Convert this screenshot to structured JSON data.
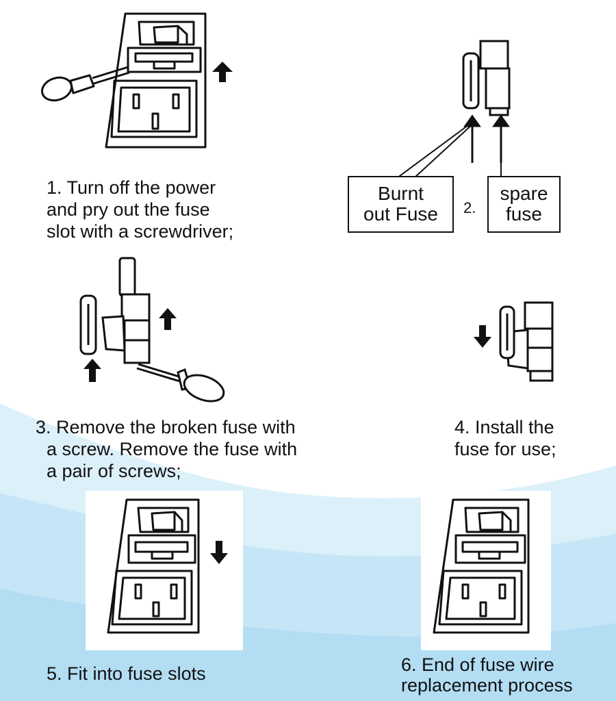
{
  "steps": {
    "step1": {
      "line1": "1. Turn off the power",
      "line2": "and pry out the fuse",
      "line3": "slot with a screwdriver;"
    },
    "step2": {
      "number": "2.",
      "burnt_line1": "Burnt",
      "burnt_line2": "out Fuse",
      "spare_line1": "spare",
      "spare_line2": "fuse"
    },
    "step3": {
      "line1": "3. Remove the broken fuse with",
      "line2": "a screw. Remove the fuse with",
      "line3": "a pair of screws;"
    },
    "step4": {
      "line1": "4. Install the",
      "line2": "fuse for use;"
    },
    "step5": {
      "line1": "5. Fit into fuse slots"
    },
    "step6": {
      "line1": "6. End of fuse wire",
      "line2": "replacement process"
    }
  },
  "colors": {
    "background": "#ffffff",
    "wave_light": "#dbeef9",
    "wave_mid": "#bfe2f5",
    "line": "#111111"
  },
  "icons": [
    "power-socket-icon",
    "screwdriver-icon",
    "fuse-icon",
    "fuse-holder-icon",
    "arrow-up-icon",
    "arrow-down-icon"
  ]
}
